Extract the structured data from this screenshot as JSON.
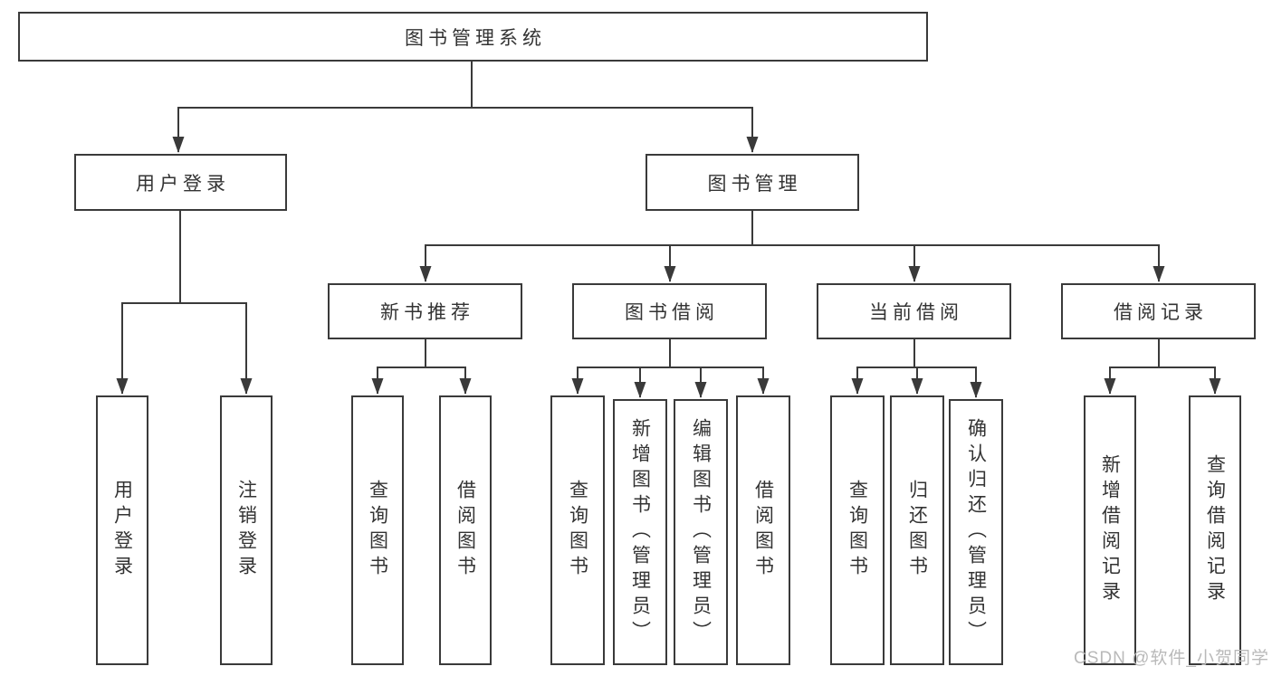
{
  "diagram": {
    "root": {
      "label": "图书管理系统"
    },
    "level2": [
      {
        "label": "用户登录"
      },
      {
        "label": "图书管理"
      }
    ],
    "level3": [
      {
        "label": "新书推荐"
      },
      {
        "label": "图书借阅"
      },
      {
        "label": "当前借阅"
      },
      {
        "label": "借阅记录"
      }
    ],
    "leaves": {
      "user_login": [
        {
          "label": "用户登录"
        },
        {
          "label": "注销登录"
        }
      ],
      "new_book": [
        {
          "label": "查询图书"
        },
        {
          "label": "借阅图书"
        }
      ],
      "book_borrow": [
        {
          "label": "查询图书"
        },
        {
          "label": "新增图书（管理员）"
        },
        {
          "label": "编辑图书（管理员）"
        },
        {
          "label": "借阅图书"
        }
      ],
      "current_borrow": [
        {
          "label": "查询图书"
        },
        {
          "label": "归还图书"
        },
        {
          "label": "确认归还（管理员）"
        }
      ],
      "borrow_record": [
        {
          "label": "新增借阅记录"
        },
        {
          "label": "查询借阅记录"
        }
      ]
    },
    "watermark": "CSDN @软件_小贺同学",
    "colors": {
      "line": "#3a3a3a",
      "text": "#333333",
      "background": "#ffffff",
      "watermark": "#b9b9b9"
    }
  }
}
